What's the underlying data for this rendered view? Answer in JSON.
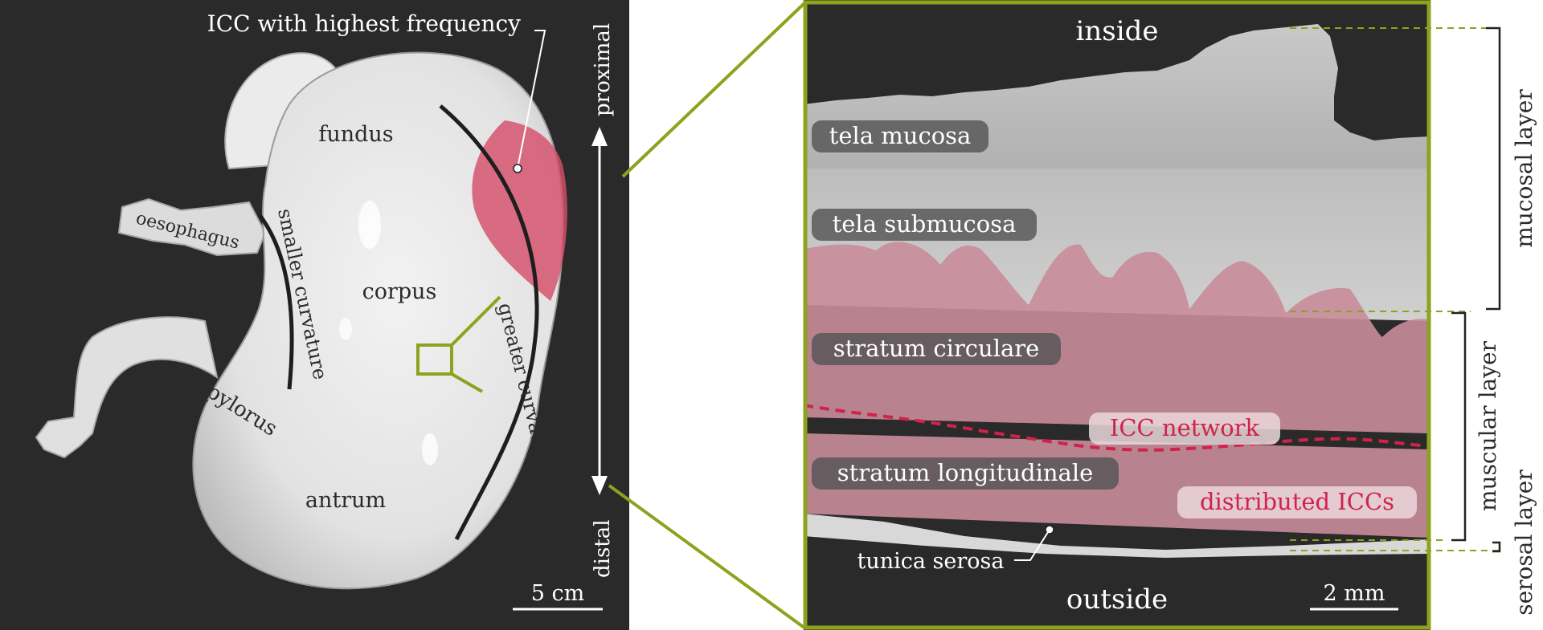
{
  "colors": {
    "background": "#2a2a2a",
    "accent_green": "#8ca31e",
    "icc_red": "#d0234a",
    "muscle_pink": "#c98c9a",
    "frequency_region": "#d44f6a"
  },
  "stomach": {
    "callout": "ICC with highest frequency",
    "regions": {
      "fundus": "fundus",
      "corpus": "corpus",
      "antrum": "antrum",
      "pylorus": "pylorus",
      "oesophagus": "oesophagus",
      "smaller_curvature": "smaller curvature",
      "greater_curvature": "greater curvature"
    },
    "axis": {
      "top": "proximal",
      "bottom": "distal"
    },
    "scale_bar": "5 cm"
  },
  "section": {
    "inside": "inside",
    "outside": "outside",
    "layers": {
      "tela_mucosa": "tela mucosa",
      "tela_submucosa": "tela submucosa",
      "stratum_circulare": "stratum circulare",
      "stratum_longitudinale": "stratum longitudinale",
      "tunica_serosa": "tunica serosa"
    },
    "icc_network": "ICC network",
    "distributed_iccs": "distributed ICCs",
    "scale_bar": "2 mm"
  },
  "brackets": {
    "mucosal": "mucosal layer",
    "muscular": "muscular layer",
    "serosal": "serosal layer"
  }
}
